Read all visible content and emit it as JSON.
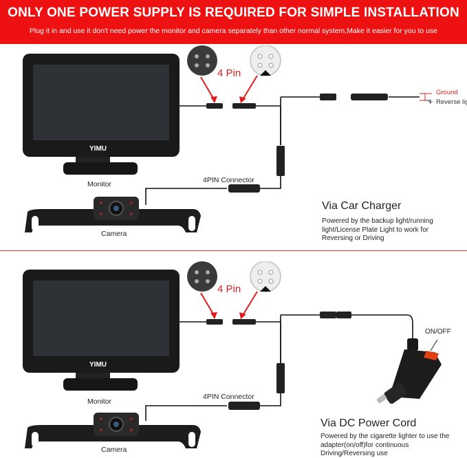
{
  "banner": {
    "title": "ONLY ONE POWER SUPPLY IS REQUIRED FOR SIMPLE INSTALLATION",
    "subtitle": "Plug it in and use it don't need power the monitor and camera separately than other normal system,Make it easier for you to use"
  },
  "colors": {
    "accent": "#ee1111",
    "pin_label": "#e01c1c"
  },
  "panels": [
    {
      "monitor_brand": "YIMU",
      "monitor_label": "Monitor",
      "camera_label": "Camera",
      "pin_label": "4 Pin",
      "connector_label": "4PIN Connector",
      "method_title": "Via Car Charger",
      "method_desc": "Powered by the backup light/running light/License Plate Light to work for Reversing or Driving",
      "ground_label": "Ground",
      "plus_sign": "+",
      "reverse_label": "Reverse light"
    },
    {
      "monitor_brand": "YIMU",
      "monitor_label": "Monitor",
      "camera_label": "Camera",
      "pin_label": "4 Pin",
      "connector_label": "4PIN Connector",
      "method_title": "Via DC Power Cord",
      "method_desc": "Powered by the cigarette lighter to use the adapter(on/off)for continuous Driving/Reversing use",
      "switch_label": "ON/OFF"
    }
  ]
}
